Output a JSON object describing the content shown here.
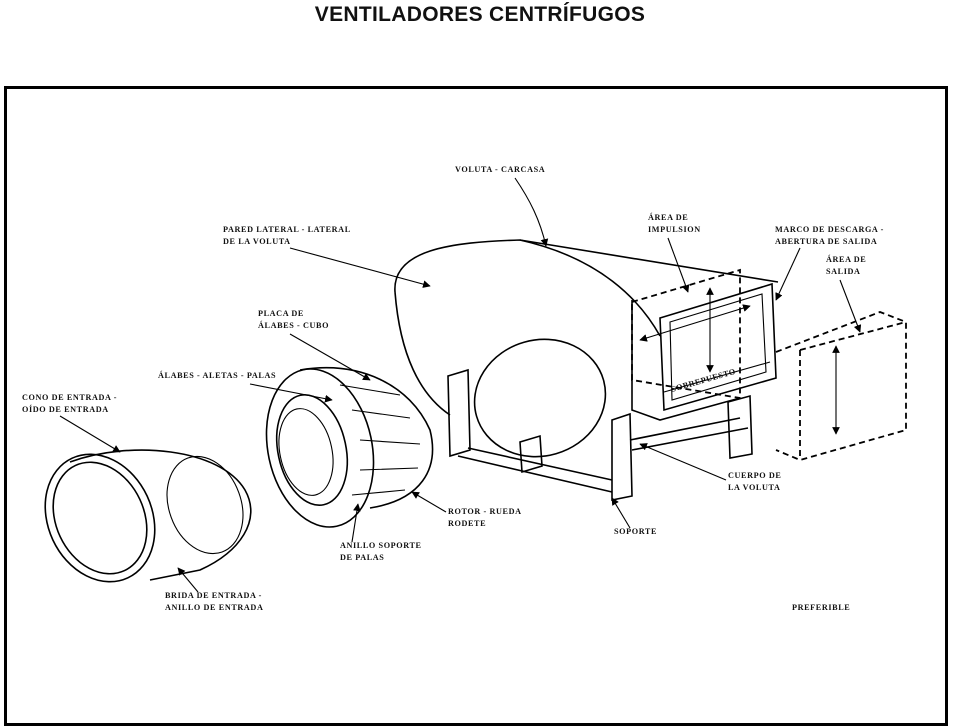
{
  "title": "VENTILADORES CENTRÍFUGOS",
  "labels": {
    "voluta": "VOLUTA - CARCASA",
    "pared_1": "PARED LATERAL - LATERAL",
    "pared_2": "DE LA VOLUTA",
    "area_imp_1": "ÁREA DE",
    "area_imp_2": "IMPULSION",
    "marco_1": "MARCO DE DESCARGA -",
    "marco_2": "ABERTURA DE SALIDA",
    "area_sal_1": "ÁREA DE",
    "area_sal_2": "SALIDA",
    "placa_1": "PLACA DE",
    "placa_2": "ÁLABES - CUBO",
    "alabes": "ÁLABES - ALETAS - PALAS",
    "cono_1": "CONO DE ENTRADA -",
    "cono_2": "OÍDO DE ENTRADA",
    "sobrepuesto": "SOBREPUESTO",
    "cuerpo_1": "CUERPO DE",
    "cuerpo_2": "LA VOLUTA",
    "rotor_1": "ROTOR - RUEDA",
    "rotor_2": "RODETE",
    "anillo_1": "ANILLO SOPORTE",
    "anillo_2": "DE PALAS",
    "soporte": "SOPORTE",
    "brida_1": "BRIDA DE ENTRADA -",
    "brida_2": "ANILLO DE ENTRADA",
    "preferible": "PREFERIBLE"
  }
}
